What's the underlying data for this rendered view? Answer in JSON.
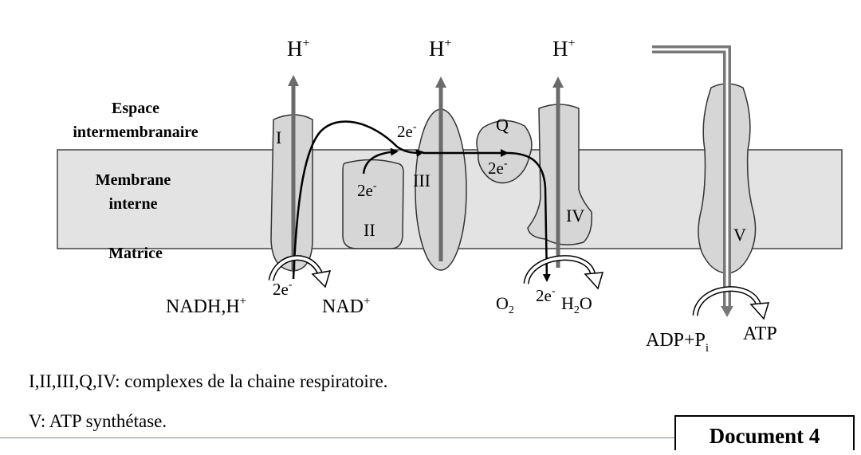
{
  "regions": {
    "intermembrane_line1": "Espace",
    "intermembrane_line2": "intermembranaire",
    "membrane_line1": "Membrane",
    "membrane_line2": "interne",
    "matrix": "Matrice"
  },
  "proton_label": {
    "base": "H",
    "sup": "+"
  },
  "complexes": {
    "I": "I",
    "II": "II",
    "III": "III",
    "Q": "Q",
    "IV": "IV",
    "V": "V"
  },
  "electrons": {
    "base": "2e",
    "sup": "-"
  },
  "reactions": {
    "nadh": {
      "base": "NADH,H",
      "sup": "+"
    },
    "nad": {
      "base": "NAD",
      "sup": "+"
    },
    "o2": {
      "base": "O",
      "sub": "2"
    },
    "h2o": {
      "part1": "H",
      "sub": "2",
      "part2": "O"
    },
    "adp": {
      "base": "ADP+P",
      "sub": "i"
    },
    "atp": "ATP"
  },
  "legend": {
    "line1": "I,II,III,Q,IV: complexes de la chaine respiratoire.",
    "line2": "V: ATP synthétase."
  },
  "document_label": "Document 4",
  "colors": {
    "membrane_fill": "#e3e3e3",
    "complex_fill": "#d6d6d6",
    "proton_arrow": "#6b6b6b",
    "outline": "#333333"
  }
}
